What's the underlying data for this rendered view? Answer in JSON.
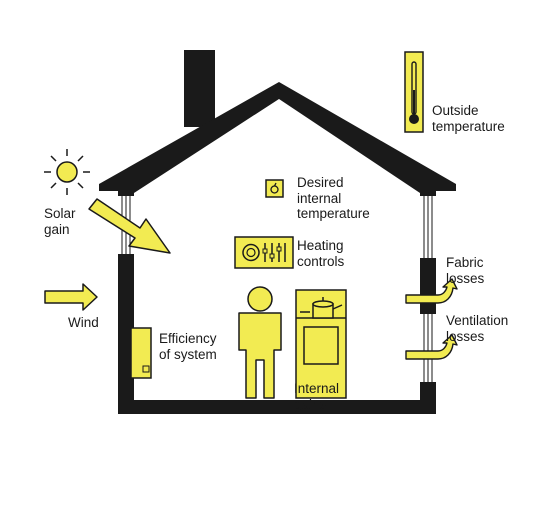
{
  "colors": {
    "outline": "#1a1a1a",
    "fill": "#f2eb52",
    "background": "#ffffff",
    "window_glass": "#ffffff"
  },
  "labels": {
    "outside_temperature": "Outside\ntemperature",
    "solar_gain": "Solar\ngain",
    "wind": "Wind",
    "desired_internal_temperature": "Desired\ninternal\ntemperature",
    "heating_controls": "Heating\ncontrols",
    "efficiency_of_system": "Efficiency\nof system",
    "internal_gains": "Internal\ngains",
    "fabric_losses": "Fabric\nlosses",
    "ventilation_losses": "Ventilation\nlosses"
  },
  "icons": {
    "thermometer": "thermometer-icon",
    "sun": "sun-icon",
    "thermostat": "thermostat-icon",
    "controller": "heating-controls-icon",
    "boiler": "boiler-icon",
    "person": "person-icon",
    "cooker": "cooker-icon"
  }
}
